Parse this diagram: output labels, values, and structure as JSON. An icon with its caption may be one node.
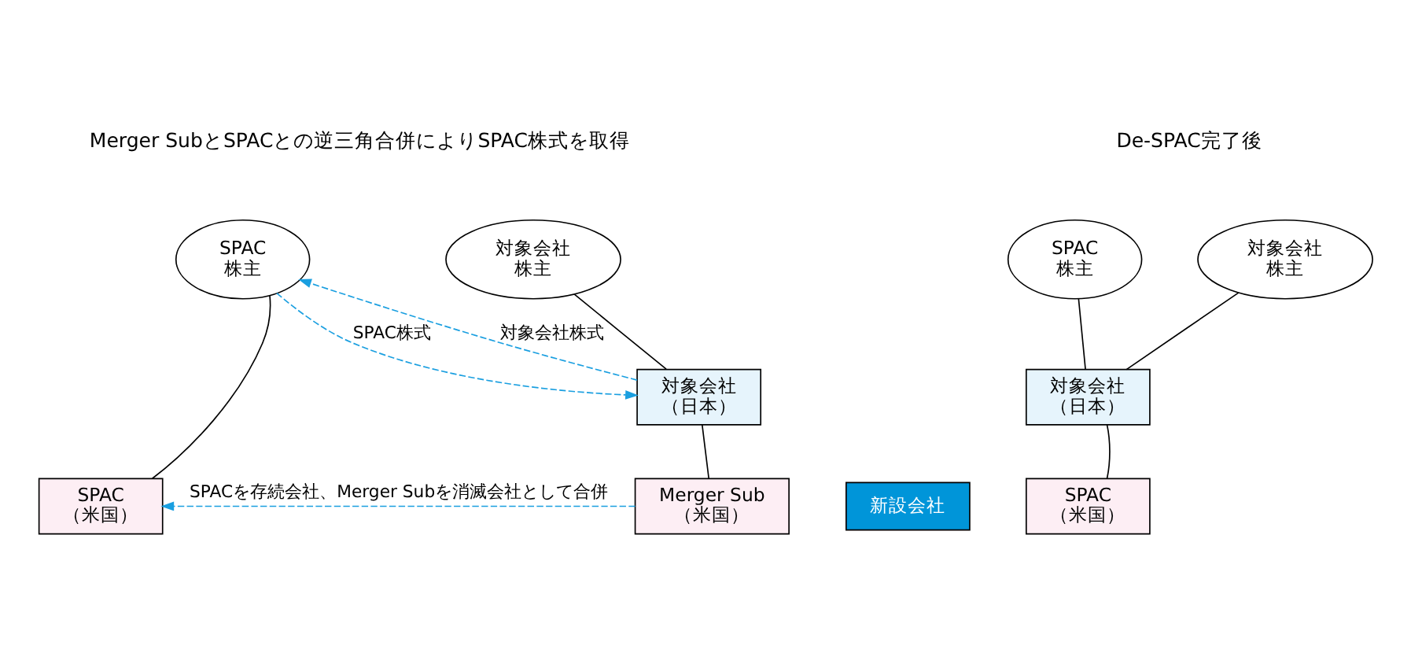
{
  "diagram": {
    "nodes": [
      {
        "text": [
          "SPAC",
          "株主"
        ]
      },
      {
        "text": [
          "対象会社",
          "株主"
        ]
      },
      {
        "text": [
          "対象会社",
          "（日本）"
        ]
      },
      {
        "text": [
          "SPAC",
          "（米国）"
        ]
      },
      {
        "text": [
          "Merger Sub",
          "（米国）"
        ]
      },
      {
        "text": [
          "新設会社"
        ]
      },
      {
        "text": [
          "SPAC",
          "株主"
        ]
      },
      {
        "text": [
          "対象会社",
          "株主"
        ]
      },
      {
        "text": [
          "対象会社",
          "（日本）"
        ]
      },
      {
        "text": [
          "SPAC",
          "（米国）"
        ]
      }
    ],
    "edges": [
      {
        "from": 0,
        "to": 3,
        "arrow": "none"
      },
      {
        "from": 1,
        "to": 2,
        "arrow": "none"
      },
      {
        "from": 2,
        "to": 4,
        "arrow": "none"
      },
      {
        "from": 2,
        "to": 0,
        "arrow": "to",
        "label": "対象会社株式",
        "style": "dashed",
        "color": "#1a9fe0"
      },
      {
        "from": 0,
        "to": 2,
        "arrow": "to",
        "label": "SPAC株式",
        "style": "dashed",
        "color": "#1a9fe0"
      },
      {
        "from": 4,
        "to": 3,
        "arrow": "to",
        "label": "SPACを存続会社、Merger Subを消滅会社として合併",
        "style": "dashed",
        "color": "#1a9fe0"
      },
      {
        "from": 6,
        "to": 8,
        "arrow": "none"
      },
      {
        "from": 7,
        "to": 8,
        "arrow": "none"
      },
      {
        "from": 8,
        "to": 9,
        "arrow": "none"
      }
    ],
    "labels": [
      "Merger SubとSPACとの逆三角合併によりSPAC株式を取得",
      "De-SPAC完了後"
    ]
  }
}
